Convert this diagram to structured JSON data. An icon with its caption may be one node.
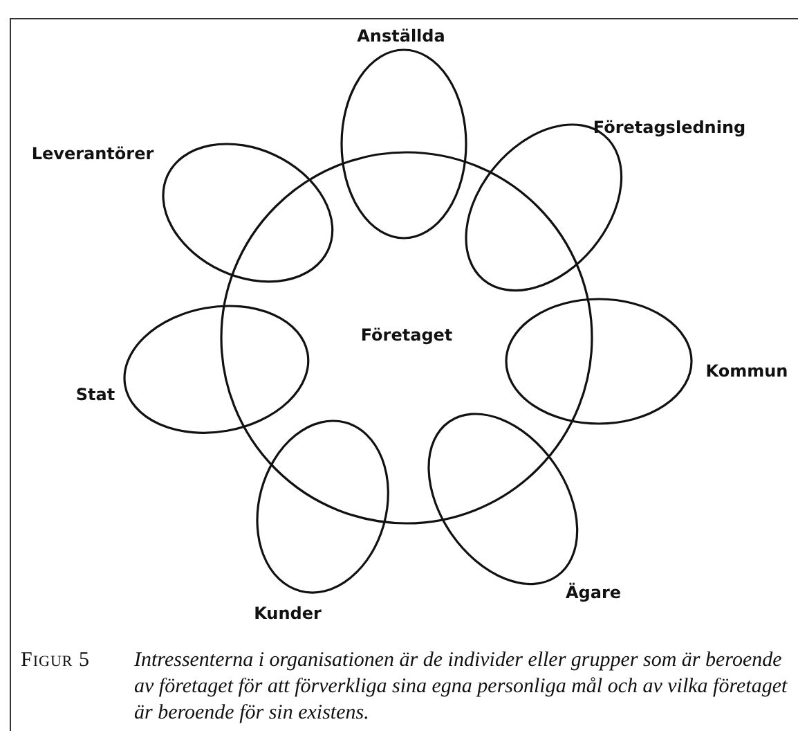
{
  "diagram": {
    "caption": "Intressenterna i organisationen är de individer eller grupper som är beroende av företaget för att förverkliga sina egna personliga mål och av vilka företaget är beroende för sin existens.",
    "nodes": [
      {
        "text": [
          "Anställda"
        ]
      },
      {
        "text": [
          "Leverantörer"
        ]
      },
      {
        "text": [
          "Företagsledning"
        ]
      },
      {
        "text": [
          "Företaget"
        ]
      },
      {
        "text": [
          "Kommun"
        ]
      },
      {
        "text": [
          "Stat"
        ]
      },
      {
        "text": [
          "Ägare"
        ]
      },
      {
        "text": [
          "Kunder"
        ]
      }
    ],
    "edges": [],
    "labels": [
      "Figur 5"
    ]
  }
}
